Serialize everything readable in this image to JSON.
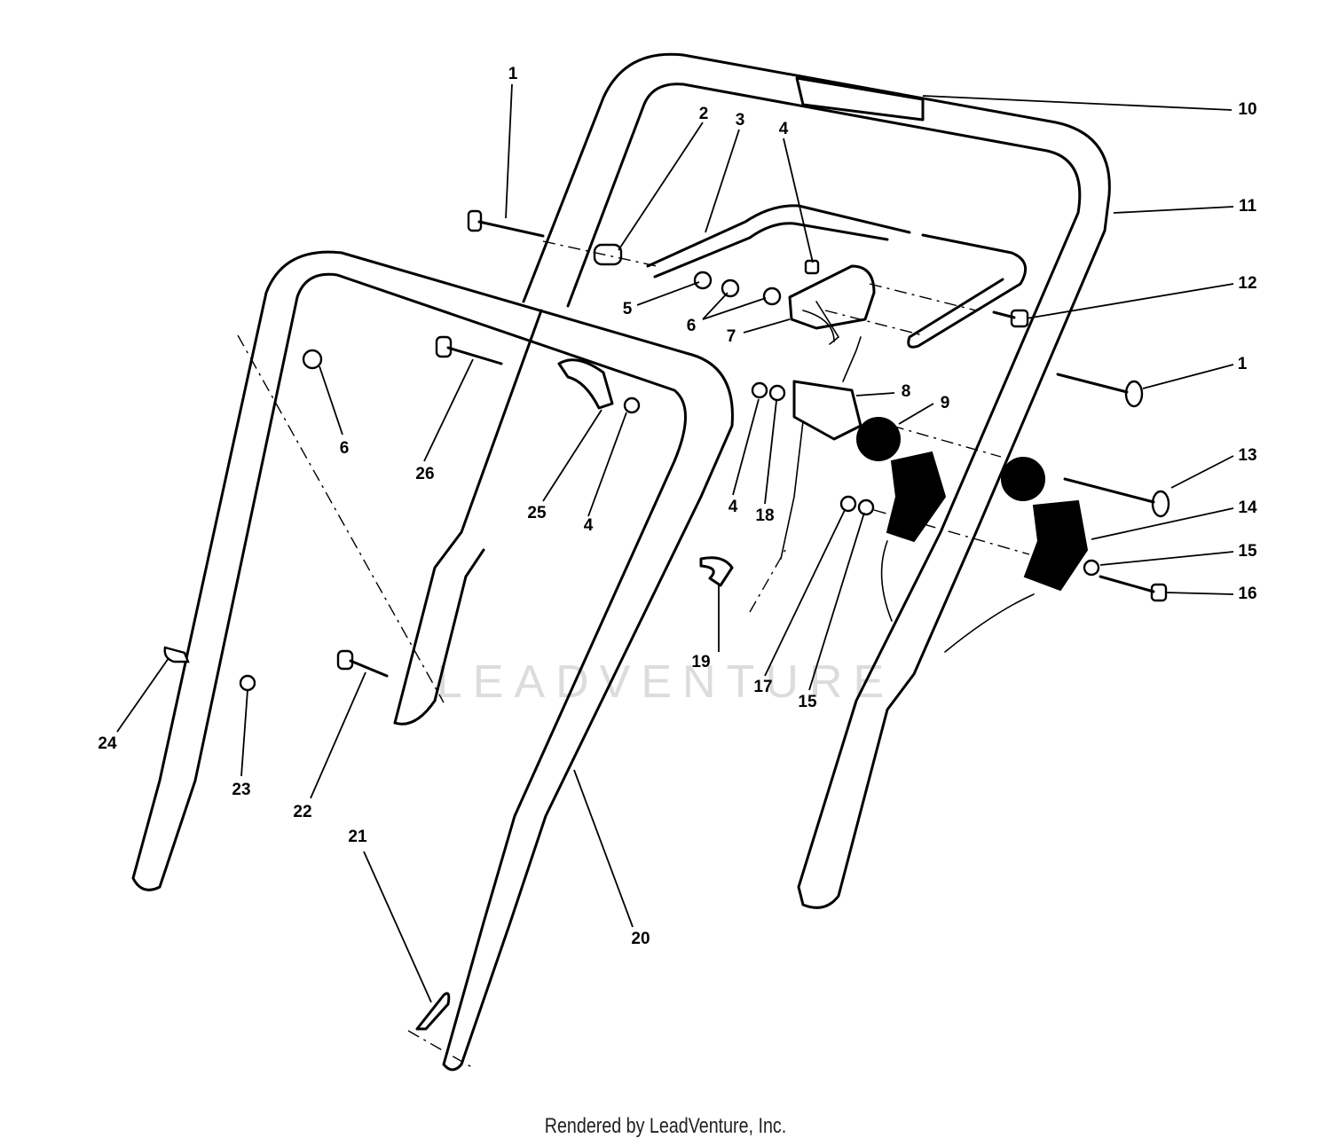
{
  "watermark": "LEADVENTURE",
  "footer": "Rendered by LeadVenture, Inc.",
  "labels": [
    {
      "id": "l1a",
      "text": "1"
    },
    {
      "id": "l2",
      "text": "2"
    },
    {
      "id": "l3",
      "text": "3"
    },
    {
      "id": "l4a",
      "text": "4"
    },
    {
      "id": "l10",
      "text": "10"
    },
    {
      "id": "l11",
      "text": "11"
    },
    {
      "id": "l12",
      "text": "12"
    },
    {
      "id": "l1b",
      "text": "1"
    },
    {
      "id": "l5",
      "text": "5"
    },
    {
      "id": "l6a",
      "text": "6"
    },
    {
      "id": "l7",
      "text": "7"
    },
    {
      "id": "l8",
      "text": "8"
    },
    {
      "id": "l9",
      "text": "9"
    },
    {
      "id": "l13",
      "text": "13"
    },
    {
      "id": "l14",
      "text": "14"
    },
    {
      "id": "l15a",
      "text": "15"
    },
    {
      "id": "l16",
      "text": "16"
    },
    {
      "id": "l6b",
      "text": "6"
    },
    {
      "id": "l26",
      "text": "26"
    },
    {
      "id": "l25",
      "text": "25"
    },
    {
      "id": "l4b",
      "text": "4"
    },
    {
      "id": "l4c",
      "text": "4"
    },
    {
      "id": "l18",
      "text": "18"
    },
    {
      "id": "l19",
      "text": "19"
    },
    {
      "id": "l17",
      "text": "17"
    },
    {
      "id": "l15b",
      "text": "15"
    },
    {
      "id": "l24",
      "text": "24"
    },
    {
      "id": "l23",
      "text": "23"
    },
    {
      "id": "l22",
      "text": "22"
    },
    {
      "id": "l21",
      "text": "21"
    },
    {
      "id": "l20",
      "text": "20"
    }
  ]
}
